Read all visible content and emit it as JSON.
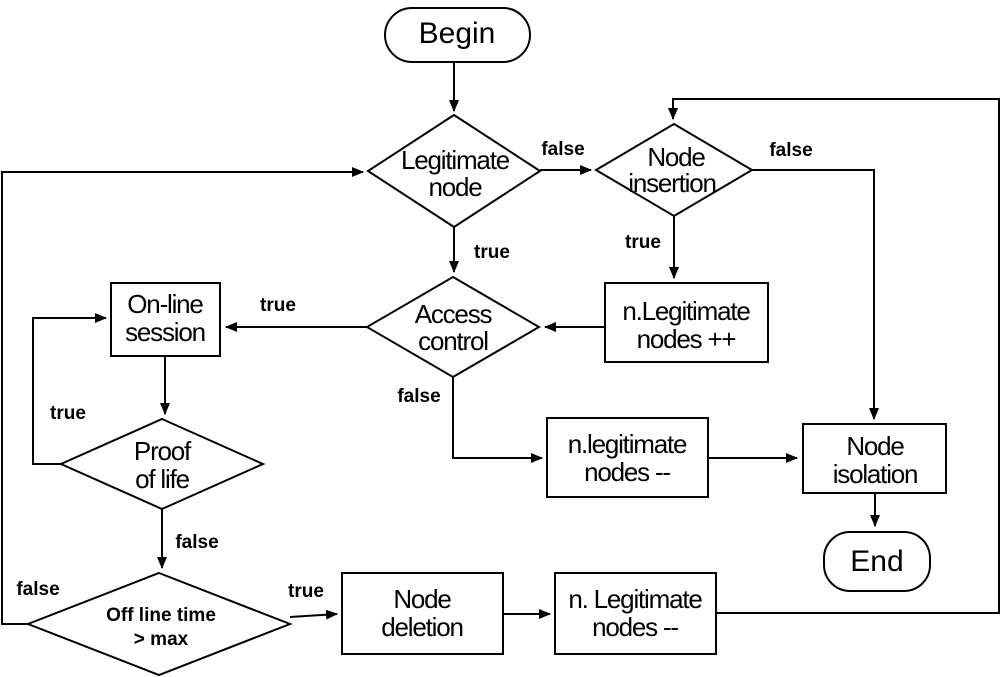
{
  "figure": {
    "type": "flowchart",
    "background_color": "#ffffff",
    "line_color": "#000000",
    "shape_fill_color": "#ffffff"
  },
  "nodes": {
    "begin": {
      "type": "terminator",
      "label": "Begin"
    },
    "legitimate_node": {
      "type": "decision",
      "line1": "Legitimate",
      "line2": "node"
    },
    "node_insertion": {
      "type": "decision",
      "line1": "Node",
      "line2": "insertion"
    },
    "access_control": {
      "type": "decision",
      "line1": "Access",
      "line2": "control"
    },
    "online_session": {
      "type": "process",
      "line1": "On-line",
      "line2": "session"
    },
    "proof_of_life": {
      "type": "decision",
      "line1": "Proof",
      "line2": "of life"
    },
    "offline_time": {
      "type": "decision",
      "line1": "Off line time",
      "line2": "> max"
    },
    "node_deletion": {
      "type": "process",
      "line1": "Node",
      "line2": "deletion"
    },
    "n_legitimate_nodes_pp": {
      "type": "process",
      "line1": "n.Legitimate",
      "line2": "nodes ++"
    },
    "n_legitimate_nodes_mm_mid": {
      "type": "process",
      "line1": "n.legitimate",
      "line2": "nodes --"
    },
    "n_legitimate_nodes_mm_bottom": {
      "type": "process",
      "line1": "n. Legitimate",
      "line2": "nodes --"
    },
    "node_isolation": {
      "type": "process",
      "line1": "Node",
      "line2": "isolation"
    },
    "end": {
      "type": "terminator",
      "label": "End"
    }
  },
  "edges": [
    {
      "from": "begin",
      "to": "legitimate_node",
      "label": ""
    },
    {
      "from": "legitimate_node",
      "to": "node_insertion",
      "label": "false"
    },
    {
      "from": "legitimate_node",
      "to": "access_control",
      "label": "true"
    },
    {
      "from": "node_insertion",
      "to": "n_legitimate_nodes_pp",
      "label": "true"
    },
    {
      "from": "n_legitimate_nodes_pp",
      "to": "access_control",
      "label": ""
    },
    {
      "from": "access_control",
      "to": "online_session",
      "label": "true"
    },
    {
      "from": "online_session",
      "to": "proof_of_life",
      "label": ""
    },
    {
      "from": "proof_of_life",
      "to": "online_session",
      "label": "true"
    },
    {
      "from": "proof_of_life",
      "to": "offline_time",
      "label": "false"
    },
    {
      "from": "offline_time",
      "to": "legitimate_node",
      "label": "false"
    },
    {
      "from": "offline_time",
      "to": "node_deletion",
      "label": "true"
    },
    {
      "from": "node_deletion",
      "to": "n_legitimate_nodes_mm_bottom",
      "label": ""
    },
    {
      "from": "n_legitimate_nodes_mm_bottom",
      "to": "node_insertion",
      "label": ""
    },
    {
      "from": "node_insertion",
      "to": "node_isolation",
      "label": "false"
    },
    {
      "from": "access_control",
      "to": "n_legitimate_nodes_mm_mid",
      "label": "false"
    },
    {
      "from": "n_legitimate_nodes_mm_mid",
      "to": "node_isolation",
      "label": ""
    },
    {
      "from": "node_isolation",
      "to": "end",
      "label": ""
    }
  ]
}
